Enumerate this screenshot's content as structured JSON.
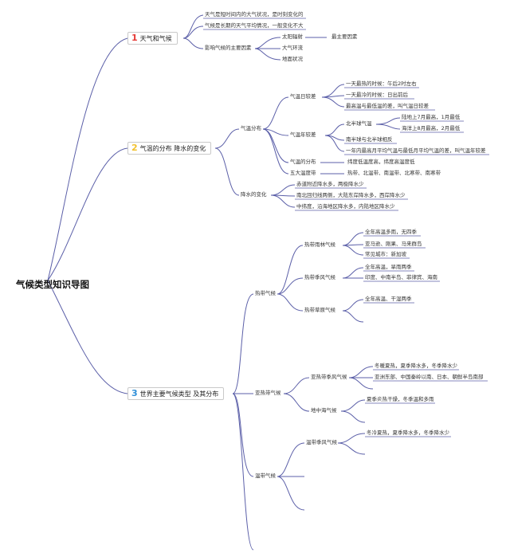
{
  "root": "气候类型知识导图",
  "branch1": {
    "num": "1",
    "title": "天气和气候",
    "weather": "天气是短时间内的大气状况，是时刻变化的",
    "climate": "气候是长期的天气平均情况，一般变化不大",
    "factors": "影响气候的主要因素",
    "f1": "太阳辐射",
    "f1note": "最主要因素",
    "f2": "大气环流",
    "f3": "地面状况"
  },
  "branch2": {
    "num": "2",
    "title": "气温的分布 降水的变化",
    "temp": "气温分布",
    "daily": "气温日较差",
    "d1": "一天最热的时候：午后2时左右",
    "d2": "一天最冷的时候：日出前后",
    "d3": "最高温与最低温的差，叫气温日较差",
    "annual": "气温年较差",
    "north": "北半球气温",
    "n1": "陆地上7月最高，1月最低",
    "n2": "海洋上8月最高，2月最低",
    "south": "南半球与北半球相反",
    "a3": "一年内最高月平均气温与最低月平均气温的差，叫气温年较差",
    "dist": "气温的分布",
    "dist_v": "纬度低温度高，纬度高温度低",
    "zones": "五大温度带",
    "zones_v": "热带、北温带、南温带、北寒带、南寒带",
    "precip": "降水的变化",
    "p1": "赤道附近降水多，两极降水少",
    "p2": "南北回归线两侧，大陆东岸降水多，西岸降水少",
    "p3": "中纬度，沿海地区降水多，内陆地区降水少"
  },
  "branch3": {
    "num": "3",
    "title": "世界主要气候类型 及其分布",
    "tropical": "热带气候",
    "rain": "热带雨林气候",
    "r1": "全年高温多雨，无四季",
    "r2": "亚马逊、刚果、马来群岛",
    "r3": "常见城市：新加坡",
    "monsoon": "热带季风气候",
    "m1": "全年高温，旱雨两季",
    "m2": "印度、中南半岛、菲律宾、海南",
    "savanna": "热带草原气候",
    "s1": "全年高温、干湿两季",
    "subtropical": "亚热带气候",
    "submonsoon": "亚热带季风气候",
    "sm1": "冬暖夏热，夏季降水多，冬季降水少",
    "sm2": "亚洲东部、中国秦岭以南、日本、朝鲜半岛南部",
    "med": "地中海气候",
    "med1": "夏季炎热干燥，冬季温和多雨",
    "temperate": "温带气候",
    "tmonsoon": "温带季风气候",
    "tm1": "冬冷夏热，夏季降水多，冬季降水少"
  }
}
